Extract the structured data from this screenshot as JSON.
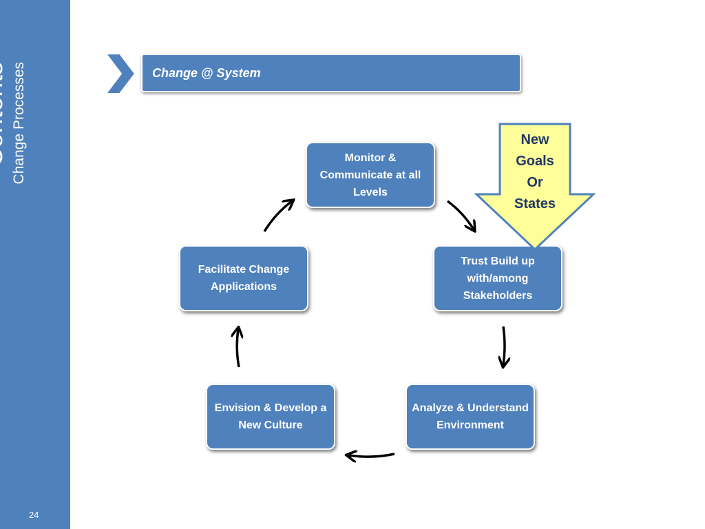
{
  "sidebar": {
    "title": "Contents",
    "subtitle": "Change Processes",
    "page_number": "24"
  },
  "banner": {
    "title": "Change @ System"
  },
  "nodes": {
    "monitor": "Monitor & Communicate at all Levels",
    "trust": "Trust Build up with/among Stakeholders",
    "analyze": "Analyze & Understand Environment",
    "envision": "Envision & Develop a New Culture",
    "facilitate": "Facilitate Change Applications"
  },
  "callout": {
    "line1": "New",
    "line2": "Goals",
    "line3": "Or",
    "line4": "States"
  },
  "colors": {
    "primary": "#4f81bd",
    "callout_fill": "#ffff99",
    "callout_text": "#1f3864",
    "arrow": "#000000"
  }
}
